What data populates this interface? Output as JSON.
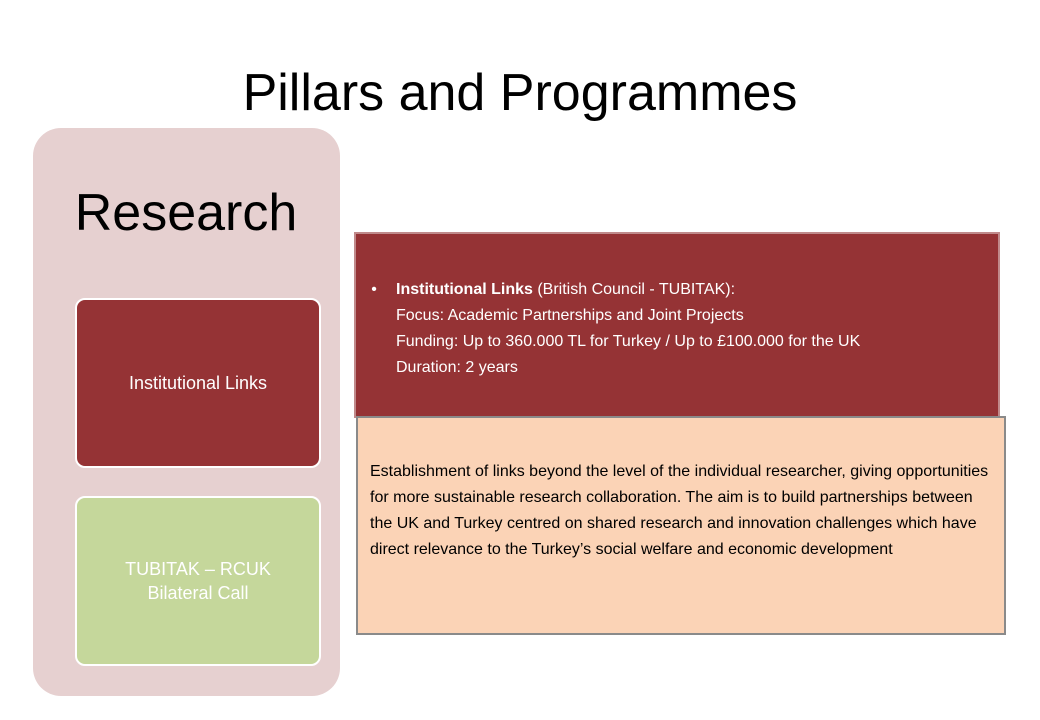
{
  "slide": {
    "title": "Pillars and Programmes"
  },
  "pillar": {
    "heading": "Research",
    "programs": [
      {
        "label": "Institutional Links"
      },
      {
        "label": "TUBITAK – RCUK\nBilateral Call"
      }
    ]
  },
  "detail": {
    "bullet": "•",
    "name": "Institutional  Links",
    "partner": "(British Council - TUBITAK):",
    "focus": "Focus: Academic Partnerships and Joint Projects",
    "funding": "Funding: Up to 360.000 TL for Turkey / Up to £100.000 for the UK",
    "duration": "Duration:  2 years"
  },
  "description": {
    "text": "Establishment of links beyond the level of the individual researcher, giving opportunities for more sustainable research collaboration. The aim is to build partnerships between the UK and Turkey centred on shared research and innovation challenges which have direct relevance to the Turkey’s social welfare and economic development"
  },
  "colors": {
    "institutional": "#953335",
    "bilateral": "#c5d79b",
    "panel": "#e6d0d0",
    "description": "#fbd3b6"
  }
}
